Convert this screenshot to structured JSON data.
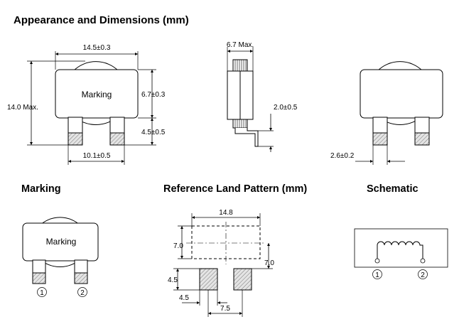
{
  "title": "Appearance and Dimensions (mm)",
  "sections": {
    "marking": "Marking",
    "land": "Reference Land Pattern (mm)",
    "schematic": "Schematic"
  },
  "front": {
    "marking": "Marking",
    "width": "14.5±0.3",
    "height": "14.0 Max.",
    "body_height": "6.7±0.3",
    "lead_height": "4.5±0.5",
    "lead_span": "10.1±0.5"
  },
  "side": {
    "depth": "6.7 Max.",
    "lead_offset": "2.0±0.5"
  },
  "back": {
    "lead_width": "2.6±0.2"
  },
  "marking_view": {
    "marking": "Marking",
    "pin1": "1",
    "pin2": "2"
  },
  "land": {
    "width": "14.8",
    "height": "7.0",
    "height_right": "7.0",
    "pad_height": "4.5",
    "pad_width": "4.5",
    "pad_pitch": "7.5"
  },
  "schematic": {
    "pin1": "1",
    "pin2": "2"
  }
}
